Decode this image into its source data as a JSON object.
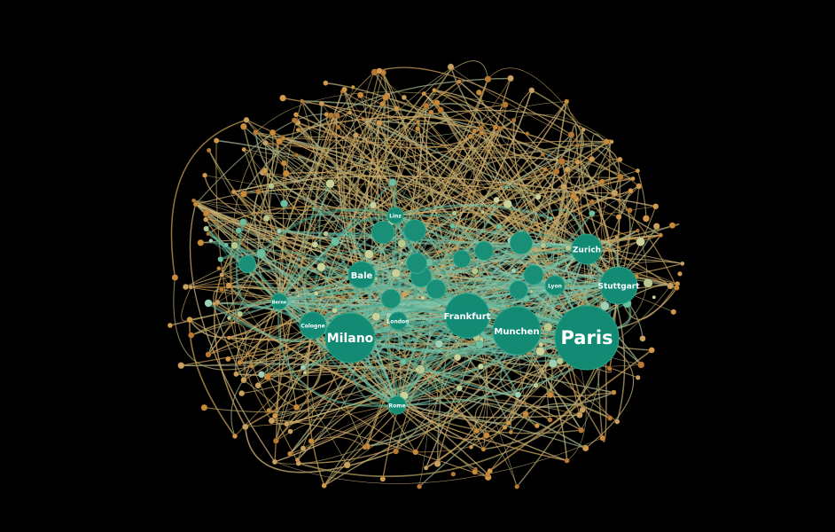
{
  "colors": {
    "background": "#000000",
    "hub_fill": "#138a73",
    "core_edge": "#5fb9a2",
    "outer_edge": "#c9a25a",
    "outer_node": "#c98a3a",
    "mid_node": "#b7c98f"
  },
  "hubs": [
    {
      "id": "paris",
      "label": "Paris"
    },
    {
      "id": "milano",
      "label": "Milano"
    },
    {
      "id": "munchen",
      "label": "Munchen"
    },
    {
      "id": "frankfurt",
      "label": "Frankfurt"
    },
    {
      "id": "zurich",
      "label": "Zurich"
    },
    {
      "id": "stuttgart",
      "label": "Stuttgart"
    },
    {
      "id": "bale",
      "label": "Bale"
    },
    {
      "id": "cologne",
      "label": "Cologne"
    },
    {
      "id": "lyon",
      "label": "Lyon"
    },
    {
      "id": "berne",
      "label": "Berne"
    },
    {
      "id": "london",
      "label": "London"
    },
    {
      "id": "linz",
      "label": "Linz"
    },
    {
      "id": "rome",
      "label": "Rome"
    }
  ]
}
